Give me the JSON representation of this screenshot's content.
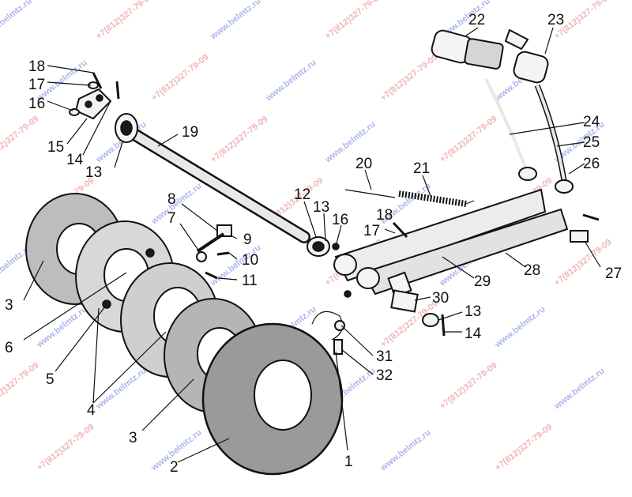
{
  "diagram": {
    "part_numbers": [
      "1",
      "2",
      "3",
      "3",
      "4",
      "4",
      "5",
      "6",
      "7",
      "8",
      "9",
      "10",
      "11",
      "12",
      "13",
      "13",
      "13",
      "14",
      "14",
      "15",
      "16",
      "16",
      "17",
      "17",
      "18",
      "18",
      "19",
      "20",
      "21",
      "22",
      "23",
      "24",
      "25",
      "26",
      "27",
      "28",
      "29",
      "30",
      "31",
      "32"
    ],
    "watermark_site": "www.belmtz.ru",
    "watermark_phone": "+7(812)327-79-09",
    "watermark_color_site": "#6b7bd6",
    "watermark_color_phone": "#e07a7a",
    "labels": {
      "p1": "1",
      "p2": "2",
      "p3a": "3",
      "p3b": "3",
      "p4a": "4",
      "p4b": "4",
      "p5": "5",
      "p6": "6",
      "p7": "7",
      "p8": "8",
      "p9": "9",
      "p10": "10",
      "p11": "11",
      "p12": "12",
      "p13a": "13",
      "p13b": "13",
      "p13c": "13",
      "p14a": "14",
      "p14b": "14",
      "p15": "15",
      "p16a": "16",
      "p16b": "16",
      "p17a": "17",
      "p17b": "17",
      "p18a": "18",
      "p18b": "18",
      "p19": "19",
      "p20": "20",
      "p21": "21",
      "p22": "22",
      "p23": "23",
      "p24": "24",
      "p25": "25",
      "p26": "26",
      "p27": "27",
      "p28": "28",
      "p29": "29",
      "p30": "30",
      "p31": "31",
      "p32": "32"
    }
  }
}
